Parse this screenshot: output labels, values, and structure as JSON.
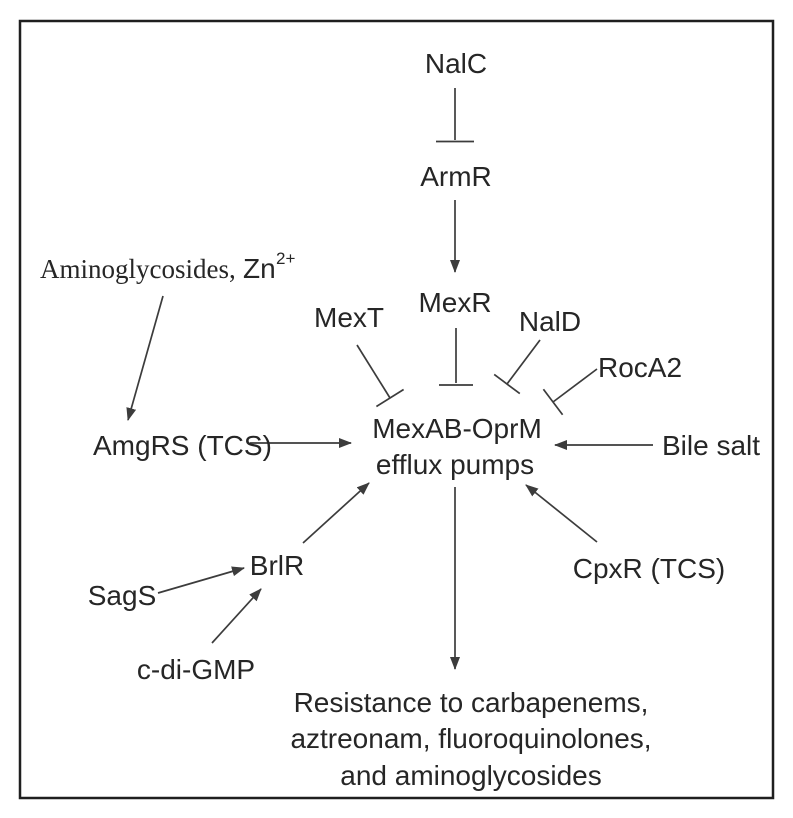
{
  "figure": {
    "title_hint": "Regulation of MexAB-OprM efflux pumps",
    "colors": {
      "background": "#ffffff",
      "border": "#1f1f1f",
      "text": "#262626",
      "line": "#3c3c3c"
    },
    "nodes": {
      "nalc": "NalC",
      "armr": "ArmR",
      "mexr": "MexR",
      "mext": "MexT",
      "nald": "NalD",
      "roca2": "RocA2",
      "aminoglycosides": "Aminoglycosides,",
      "zn": "Zn",
      "zn_superscript": "2+",
      "amgrs": "AmgRS (TCS)",
      "bile_salt": "Bile salt",
      "cpxr": "CpxR (TCS)",
      "brlr": "BrlR",
      "sags": "SagS",
      "cdigmp": "c-di-GMP",
      "mexab_line1": "MexAB-OprM",
      "mexab_line2": "efflux pumps",
      "resistance_line1": "Resistance to carbapenems,",
      "resistance_line2": "aztreonam, fluoroquinolones,",
      "resistance_line3": "and aminoglycosides"
    },
    "edges": [
      {
        "from": "NalC",
        "to": "ArmR",
        "type": "inhibition"
      },
      {
        "from": "ArmR",
        "to": "MexR",
        "type": "activation"
      },
      {
        "from": "MexR",
        "to": "MexAB-OprM efflux pumps",
        "type": "inhibition"
      },
      {
        "from": "MexT",
        "to": "MexAB-OprM efflux pumps",
        "type": "inhibition"
      },
      {
        "from": "NalD",
        "to": "MexAB-OprM efflux pumps",
        "type": "inhibition"
      },
      {
        "from": "RocA2",
        "to": "MexAB-OprM efflux pumps",
        "type": "inhibition"
      },
      {
        "from": "Aminoglycosides, Zn2+",
        "to": "AmgRS (TCS)",
        "type": "activation"
      },
      {
        "from": "AmgRS (TCS)",
        "to": "MexAB-OprM efflux pumps",
        "type": "activation"
      },
      {
        "from": "Bile salt",
        "to": "MexAB-OprM efflux pumps",
        "type": "activation"
      },
      {
        "from": "CpxR (TCS)",
        "to": "MexAB-OprM efflux pumps",
        "type": "activation"
      },
      {
        "from": "BrlR",
        "to": "MexAB-OprM efflux pumps",
        "type": "activation"
      },
      {
        "from": "SagS",
        "to": "BrlR",
        "type": "activation"
      },
      {
        "from": "c-di-GMP",
        "to": "BrlR",
        "type": "activation"
      },
      {
        "from": "MexAB-OprM efflux pumps",
        "to": "Resistance to carbapenems, aztreonam, fluoroquinolones, and aminoglycosides",
        "type": "activation"
      }
    ]
  }
}
